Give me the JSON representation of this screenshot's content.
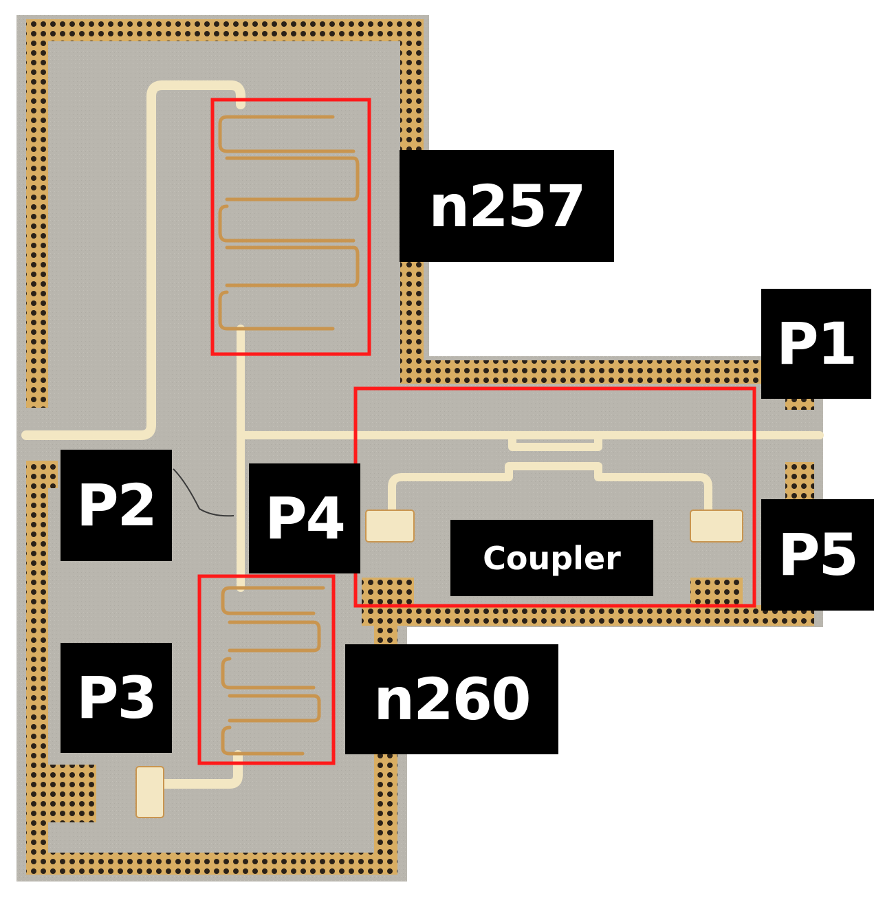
{
  "labels": {
    "n257": "n257",
    "n260": "n260",
    "p1": "P1",
    "p2": "P2",
    "p3": "P3",
    "p4": "P4",
    "p5": "P5",
    "coupler": "Coupler"
  },
  "colors": {
    "substrate": "#b9b6ae",
    "metal": "#f3e7c3",
    "metal_edge": "#c9954f",
    "via_ring": "#d9ae63",
    "via_hole": "#2a2118",
    "highlight": "#ff1a1a",
    "label_bg": "#000000",
    "label_text": "#ffffff"
  }
}
